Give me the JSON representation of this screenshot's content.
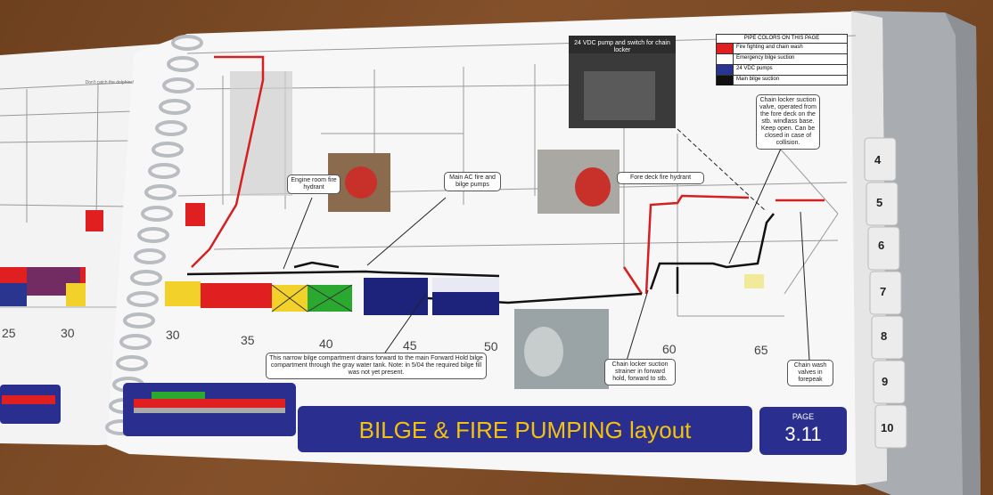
{
  "title": "BILGE & FIRE PUMPING layout",
  "page": {
    "label": "PAGE",
    "number": "3.11"
  },
  "legend": {
    "heading": "PIPE COLORS ON THIS PAGE",
    "items": [
      {
        "label": "Fire fighting and chain wash",
        "color": "#e02020"
      },
      {
        "label": "Emergency bilge suction",
        "color": "#ffffff"
      },
      {
        "label": "24 VDC pumps",
        "color": "#2a3590"
      },
      {
        "label": "Main bilge suction",
        "color": "#111111"
      }
    ]
  },
  "callouts": {
    "engine_room_hydrant": "Engine room fire hydrant",
    "main_ac_pumps": "Main AC fire and bilge pumps",
    "fore_deck_hydrant": "Fore deck fire hydrant",
    "pump_switch": "24 VDC pump and switch for chain locker",
    "chain_locker_valve": "Chain locker suction valve, operated from the fore deck on the stb. windlass base. Keep open. Can be closed in case of collision.",
    "bilge_note": "This narrow bilge compartment drains forward to the main Forward Hold bilge compartment through the gray water tank. Note: in 5/04 the required bilge fill was not yet present.",
    "strainer": "Chain locker suction strainer in forward hold, forward to stb.",
    "chain_wash": "Chain wash valves in forepeak",
    "left_page_note": "Don't catch the dolphins!"
  },
  "ruler_right": [
    "30",
    "35",
    "40",
    "45",
    "50",
    "60",
    "65"
  ],
  "ruler_left": [
    "25",
    "30"
  ],
  "tabs": [
    "4",
    "5",
    "6",
    "7",
    "8",
    "9",
    "10"
  ]
}
